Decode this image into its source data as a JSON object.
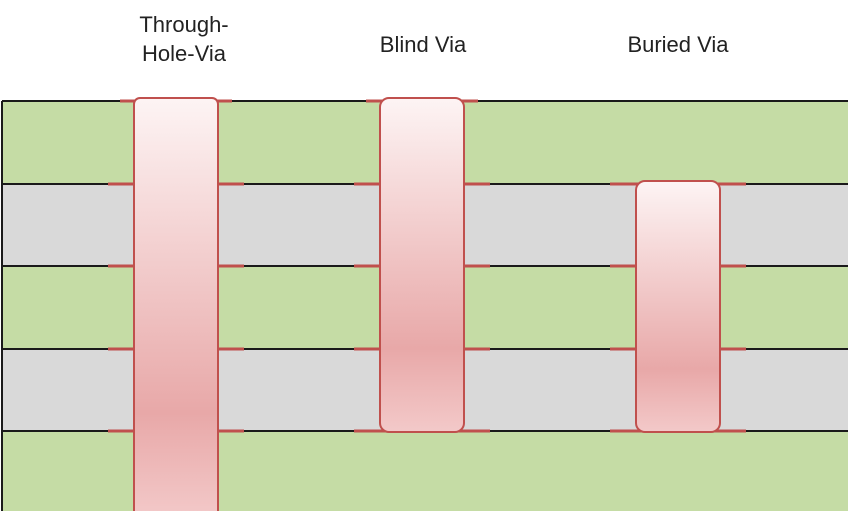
{
  "labels": {
    "through_hole": [
      "Through-",
      "Hole-Via"
    ],
    "blind": "Blind Via",
    "buried": "Buried Via"
  },
  "colors": {
    "copper_layer": "#c5dca5",
    "dielectric_layer": "#d9d9d9",
    "layer_line": "#1a1a1a",
    "via_gradient_top": "#fdf4f4",
    "via_gradient_bottom": "#e8a8a8",
    "via_border": "#c0504d"
  },
  "layers": [
    "copper",
    "dielectric",
    "copper",
    "dielectric",
    "copper"
  ],
  "vias": [
    {
      "type": "through-hole",
      "from_layer": 0,
      "to_layer": 4
    },
    {
      "type": "blind",
      "from_layer": 0,
      "to_layer": 3
    },
    {
      "type": "buried",
      "from_layer": 1,
      "to_layer": 3
    }
  ]
}
